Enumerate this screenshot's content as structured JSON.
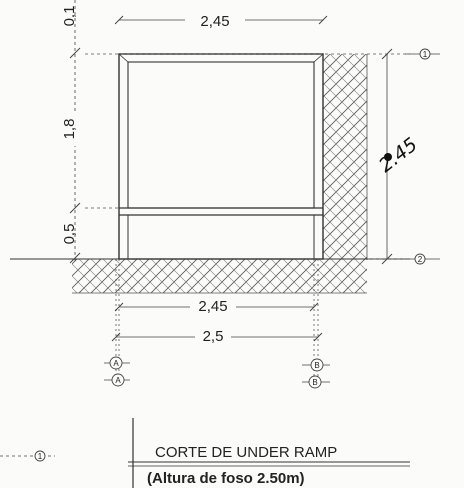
{
  "drawing": {
    "title": "CORTE DE UNDER RAMP",
    "subtitle": "(Altura de foso 2.50m)",
    "dimensions": {
      "top_width": "2,45",
      "bottom_width_inner": "2,45",
      "bottom_width_outer": "2,5",
      "height_top": "0,1",
      "height_middle": "1,8",
      "height_bottom": "0,5",
      "handwritten_height": "2.45"
    },
    "levels": {
      "level_top": "1",
      "level_bottom": "2",
      "level_footer": "1"
    },
    "axes": {
      "left_upper": "A",
      "left_lower": "A",
      "right_upper": "B",
      "right_lower": "B"
    }
  }
}
